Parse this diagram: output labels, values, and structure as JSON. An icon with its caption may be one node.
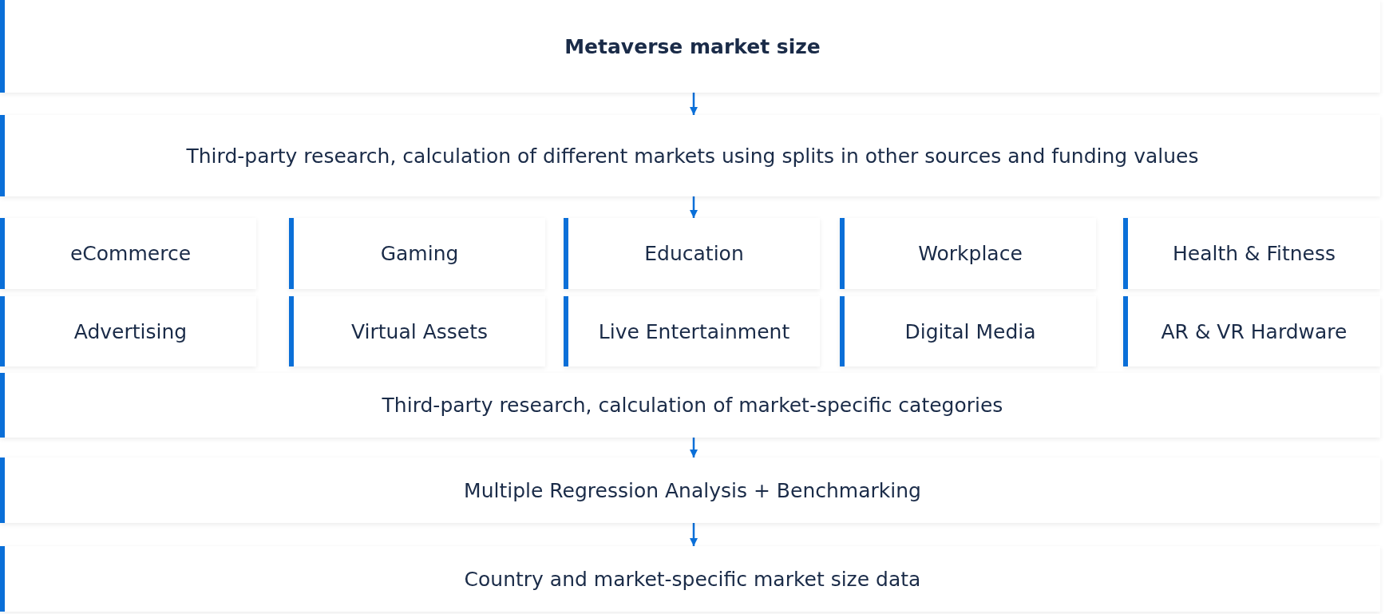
{
  "diagram": {
    "nodes": [
      {
        "text": [
          "Metaverse market size"
        ]
      },
      {
        "text": [
          "Third-party research, calculation of different markets using splits in other sources and funding values"
        ]
      },
      {
        "text": [
          "eCommerce"
        ]
      },
      {
        "text": [
          "Gaming"
        ]
      },
      {
        "text": [
          "Education"
        ]
      },
      {
        "text": [
          "Workplace"
        ]
      },
      {
        "text": [
          "Health & Fitness"
        ]
      },
      {
        "text": [
          "Advertising"
        ]
      },
      {
        "text": [
          "Virtual Assets"
        ]
      },
      {
        "text": [
          "Live Entertainment"
        ]
      },
      {
        "text": [
          "Digital Media"
        ]
      },
      {
        "text": [
          "AR & VR Hardware"
        ]
      },
      {
        "text": [
          "Third-party research, calculation of market-specific categories"
        ]
      },
      {
        "text": [
          "Multiple Regression Analysis + Benchmarking"
        ]
      },
      {
        "text": [
          "Country and market-specific market size data"
        ]
      }
    ],
    "edges": [
      {
        "from": 0,
        "to": 1,
        "arrow": "to"
      },
      {
        "from": 1,
        "to": 4,
        "arrow": "to"
      },
      {
        "from": 12,
        "to": 13,
        "arrow": "to"
      },
      {
        "from": 13,
        "to": 14,
        "arrow": "to"
      }
    ]
  }
}
